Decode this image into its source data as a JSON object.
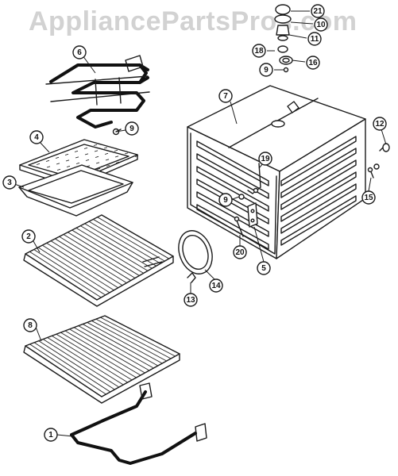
{
  "watermark": {
    "text": "AppliancePartsPros.com"
  },
  "callouts": [
    {
      "id": "21",
      "label": "21"
    },
    {
      "id": "10",
      "label": "10"
    },
    {
      "id": "11",
      "label": "11"
    },
    {
      "id": "18",
      "label": "18"
    },
    {
      "id": "16",
      "label": "16"
    },
    {
      "id": "9a",
      "label": "9"
    },
    {
      "id": "6",
      "label": "6"
    },
    {
      "id": "9b",
      "label": "9"
    },
    {
      "id": "7",
      "label": "7"
    },
    {
      "id": "12",
      "label": "12"
    },
    {
      "id": "4",
      "label": "4"
    },
    {
      "id": "3",
      "label": "3"
    },
    {
      "id": "19",
      "label": "19"
    },
    {
      "id": "9c",
      "label": "9"
    },
    {
      "id": "15",
      "label": "15"
    },
    {
      "id": "2",
      "label": "2"
    },
    {
      "id": "20",
      "label": "20"
    },
    {
      "id": "5",
      "label": "5"
    },
    {
      "id": "14",
      "label": "14"
    },
    {
      "id": "13",
      "label": "13"
    },
    {
      "id": "8",
      "label": "8"
    },
    {
      "id": "1",
      "label": "1"
    }
  ]
}
